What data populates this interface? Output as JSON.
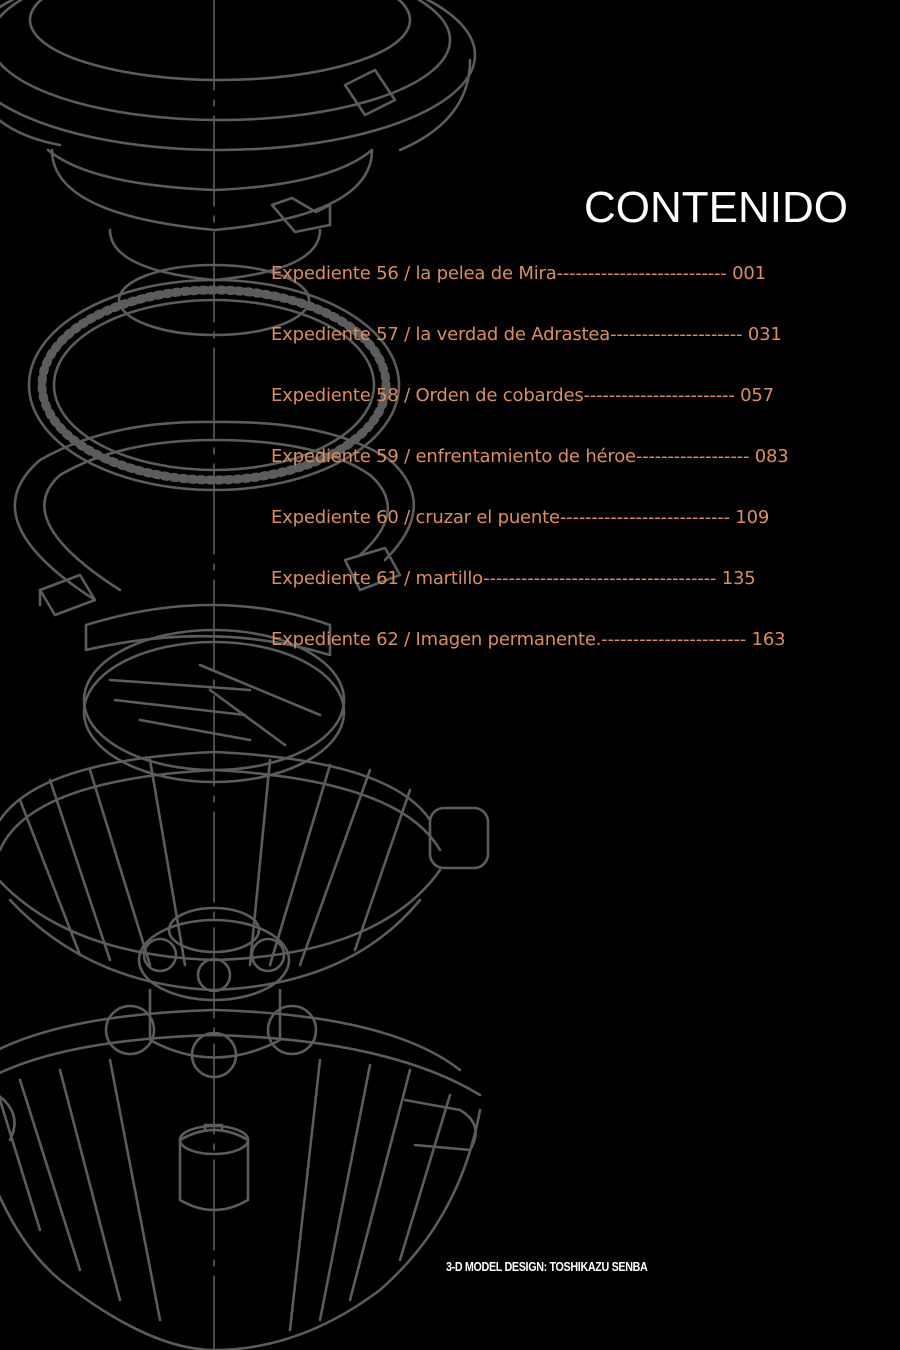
{
  "page": {
    "background": "#000000",
    "accent": "#d98f63",
    "line_art_color": "#5c5c5c"
  },
  "title": "CONTENIDO",
  "entries": [
    {
      "chapter": "Expediente 56 / la pelea de Mira",
      "leader": "---------------------------",
      "page": "001"
    },
    {
      "chapter": "Expediente 57 / la verdad de Adrastea",
      "leader": "---------------------",
      "page": "031"
    },
    {
      "chapter": "Expediente 58 / Orden de cobardes",
      "leader": "------------------------",
      "page": "057"
    },
    {
      "chapter": "Expediente 59 / enfrentamiento de héroe",
      "leader": "------------------",
      "page": "083"
    },
    {
      "chapter": "Expediente 60 / cruzar el puente",
      "leader": "---------------------------",
      "page": "109"
    },
    {
      "chapter": "Expediente 61 / martillo",
      "leader": "-------------------------------------",
      "page": "135"
    },
    {
      "chapter": "Expediente 62 / Imagen permanente.",
      "leader": "-----------------------",
      "page": "163"
    }
  ],
  "credit": "3-D MODEL DESIGN: TOSHIKAZU SENBA"
}
